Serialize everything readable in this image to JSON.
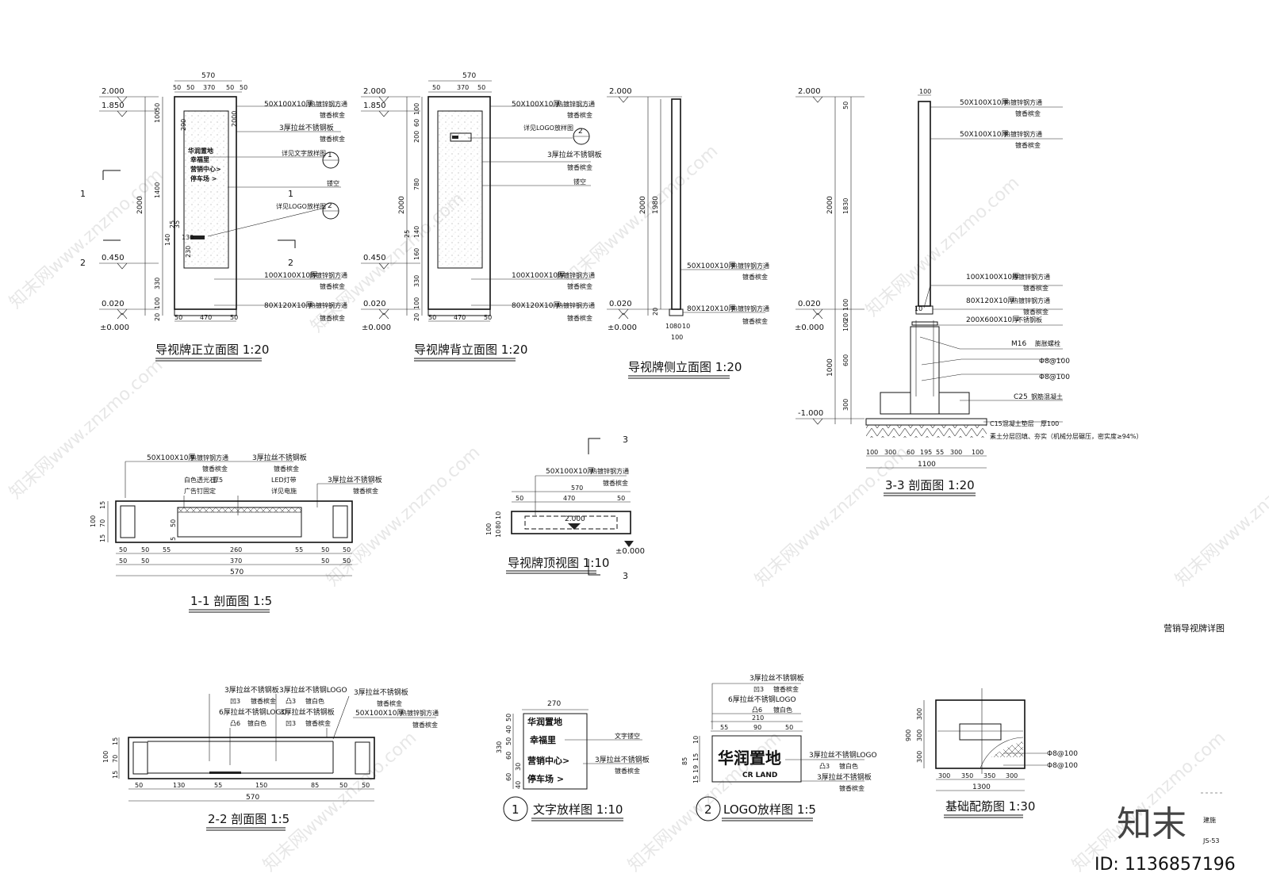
{
  "sheet": {
    "title": "营销导视牌详图",
    "label_jianzhu": "建施",
    "sheet_no": "JS-53",
    "brand": "知末",
    "id_label": "ID: 1136857196",
    "watermark": "知末网www.znzmo.com"
  },
  "front": {
    "title": "导视牌正立面图 1:20",
    "dims_top": [
      "570",
      "50",
      "50",
      "370",
      "50",
      "50"
    ],
    "dims_bottom": [
      "50",
      "470",
      "50"
    ],
    "levels": [
      "2.000",
      "1.850",
      "0.450",
      "0.020",
      "±0.000"
    ],
    "dims_left": [
      "2000"
    ],
    "dims_inner": [
      "50",
      "100",
      "1400",
      "330",
      "100",
      "20"
    ],
    "dims_small": [
      "290",
      "2000",
      "140",
      "25",
      "35",
      "130",
      "230"
    ],
    "section_marks": [
      "1",
      "2",
      "1",
      "2"
    ],
    "sign_lines": [
      "华润置地",
      "幸福里",
      "营销中心>",
      "停车场 >"
    ],
    "notes": [
      {
        "a": "50X100X10厚",
        "b": "热镀锌钢方通",
        "c": "镀香槟金"
      },
      {
        "a": "3厚拉丝不锈钢板",
        "b": "",
        "c": "镀香槟金"
      },
      {
        "a": "详见文字放样图",
        "b": "",
        "c": ""
      },
      {
        "a": "镂空",
        "b": "",
        "c": ""
      },
      {
        "a": "详见LOGO放样图",
        "b": "",
        "c": ""
      },
      {
        "a": "100X100X10厚",
        "b": "热镀锌钢方通",
        "c": "镀香槟金"
      },
      {
        "a": "80X120X10厚",
        "b": "热镀锌钢方通",
        "c": "镀香槟金"
      }
    ],
    "callouts": [
      "1",
      "2"
    ]
  },
  "back": {
    "title": "导视牌背立面图 1:20",
    "dims_top": [
      "570",
      "50",
      "370",
      "50"
    ],
    "dims_bottom": [
      "50",
      "470",
      "50"
    ],
    "dims_inner": [
      "100",
      "60",
      "200",
      "780",
      "140",
      "25",
      "160",
      "330",
      "100",
      "20"
    ],
    "notes": [
      {
        "a": "50X100X10厚",
        "b": "热镀锌钢方通",
        "c": "镀香槟金"
      },
      {
        "a": "详见LOGO放样图",
        "b": "",
        "c": ""
      },
      {
        "a": "3厚拉丝不锈钢板",
        "b": "",
        "c": "镀香槟金"
      },
      {
        "a": "镂空",
        "b": "",
        "c": ""
      },
      {
        "a": "100X100X10厚",
        "b": "热镀锌钢方通",
        "c": "镀香槟金"
      },
      {
        "a": "80X120X10厚",
        "b": "热镀锌钢方通",
        "c": "镀香槟金"
      }
    ],
    "callout": "2"
  },
  "side": {
    "title": "导视牌侧立面图 1:20",
    "dims": [
      "2000",
      "1980",
      "20",
      "10",
      "80",
      "10",
      "100"
    ],
    "notes": [
      {
        "a": "50X100X10厚",
        "b": "热镀锌钢方通",
        "c": "镀香槟金"
      },
      {
        "a": "80X120X10厚",
        "b": "热镀锌钢方通",
        "c": "镀香槟金"
      }
    ]
  },
  "sec33": {
    "title": "3-3 剖面图 1:20",
    "levels": [
      "2.000",
      "0.020",
      "±0.000",
      "-1.000"
    ],
    "dims_left": [
      "2000",
      "1000",
      "50",
      "1830",
      "100",
      "20",
      "100",
      "600",
      "300"
    ],
    "dims_bottom": [
      "100",
      "300",
      "60",
      "195",
      "55",
      "300",
      "100",
      "1100"
    ],
    "top_dim": "100",
    "mid_dim": "10",
    "notes": [
      {
        "a": "50X100X10厚",
        "b": "热镀锌钢方通",
        "c": "镀香槟金"
      },
      {
        "a": "50X100X10厚",
        "b": "热镀锌钢方通",
        "c": "镀香槟金"
      },
      {
        "a": "100X100X10厚",
        "b": "热镀锌钢方通",
        "c": "镀香槟金"
      },
      {
        "a": "80X120X10厚",
        "b": "热镀锌钢方通",
        "c": "镀香槟金"
      },
      {
        "a": "200X600X10厚",
        "b": "不锈钢板",
        "c": ""
      },
      {
        "a": "M16",
        "b": "膨胀螺栓",
        "c": ""
      },
      {
        "a": "Φ8@100",
        "b": "",
        "c": ""
      },
      {
        "a": "Φ8@100",
        "b": "",
        "c": ""
      },
      {
        "a": "C25",
        "b": "钢筋混凝土",
        "c": ""
      },
      {
        "a": "C15混凝土垫层",
        "b": "厚100",
        "c": ""
      },
      {
        "a": "素土分层回填、夯实（机械分层碾压，密实度≥94%）",
        "b": "",
        "c": ""
      }
    ]
  },
  "sec11": {
    "title": "1-1 剖面图 1:5",
    "dims_left": [
      "100",
      "15",
      "70",
      "15",
      "50",
      "5"
    ],
    "dims_row1": [
      "50",
      "50",
      "55",
      "260",
      "55",
      "50",
      "50"
    ],
    "dims_row2": [
      "50",
      "50",
      "370",
      "50",
      "50"
    ],
    "dims_row3": [
      "570"
    ],
    "notes": [
      {
        "a": "50X100X10厚",
        "b": "热镀锌钢方通",
        "c": "镀香槟金"
      },
      {
        "a": "白色透光石",
        "b": "厚5",
        "c": ""
      },
      {
        "a": "广告钉固定",
        "b": "",
        "c": ""
      },
      {
        "a": "3厚拉丝不锈钢板",
        "b": "",
        "c": "镀香槟金"
      },
      {
        "a": "LED灯带",
        "b": "",
        "c": ""
      },
      {
        "a": "详见电施",
        "b": "",
        "c": ""
      },
      {
        "a": "3厚拉丝不锈钢板",
        "b": "",
        "c": "镀香槟金"
      }
    ]
  },
  "top": {
    "title": "导视牌顶视图 1:10",
    "dims_top": [
      "570",
      "50",
      "470",
      "50"
    ],
    "dims_left": [
      "100",
      "10",
      "80",
      "10"
    ],
    "level_top": "2.000",
    "level_bottom": "±0.000",
    "marks": [
      "3",
      "3"
    ],
    "note": {
      "a": "50X100X10厚",
      "b": "热镀锌钢方通",
      "c": "镀香槟金"
    }
  },
  "sec22": {
    "title": "2-2 剖面图 1:5",
    "dims_left": [
      "100",
      "15",
      "70",
      "15"
    ],
    "dims_row1": [
      "50",
      "130",
      "55",
      "150",
      "85",
      "50",
      "50"
    ],
    "dims_row2": [
      "570"
    ],
    "notes": [
      {
        "a": "3厚拉丝不锈钢板",
        "b": "凹3",
        "c": "镀香槟金"
      },
      {
        "a": "6厚拉丝不锈钢LOGO",
        "b": "凸6",
        "c": "镀白色"
      },
      {
        "a": "3厚拉丝不锈钢LOGO",
        "b": "凸3",
        "c": "镀白色"
      },
      {
        "a": "3厚拉丝不锈钢板",
        "b": "凹3",
        "c": "镀香槟金"
      },
      {
        "a": "3厚拉丝不锈钢板",
        "b": "",
        "c": "镀香槟金"
      },
      {
        "a": "50X100X10厚",
        "b": "热镀锌钢方通",
        "c": "镀香槟金"
      }
    ]
  },
  "text_sample": {
    "title": "文字放样图 1:10",
    "num": "1",
    "dim_top": "270",
    "dims_left": [
      "330",
      "50",
      "40",
      "50",
      "60",
      "30",
      "60",
      "40"
    ],
    "lines": [
      "华润置地",
      "幸福里",
      "营销中心>",
      "停车场 >"
    ],
    "notes": [
      {
        "a": "文字镂空",
        "b": "",
        "c": ""
      },
      {
        "a": "3厚拉丝不锈钢板",
        "b": "",
        "c": "镀香槟金"
      }
    ]
  },
  "logo_sample": {
    "title": "LOGO放样图 1:5",
    "num": "2",
    "dims_top": [
      "210",
      "55",
      "90",
      "50"
    ],
    "dims_left": [
      "85",
      "10",
      "15",
      "19",
      "15"
    ],
    "logo_main": "华润置地",
    "logo_sub": "CR LAND",
    "notes": [
      {
        "a": "3厚拉丝不锈钢板",
        "b": "凹3",
        "c": "镀香槟金"
      },
      {
        "a": "6厚拉丝不锈钢LOGO",
        "b": "凸6",
        "c": "镀白色"
      },
      {
        "a": "3厚拉丝不锈钢LOGO",
        "b": "凸3",
        "c": "镀白色"
      },
      {
        "a": "3厚拉丝不锈钢板",
        "b": "",
        "c": "镀香槟金"
      }
    ]
  },
  "foundation": {
    "title": "基础配筋图 1:30",
    "dims_left": [
      "900",
      "300",
      "300",
      "300"
    ],
    "dims_bottom": [
      "300",
      "350",
      "350",
      "300",
      "1300"
    ],
    "notes": [
      "Φ8@100",
      "Φ8@100"
    ]
  }
}
